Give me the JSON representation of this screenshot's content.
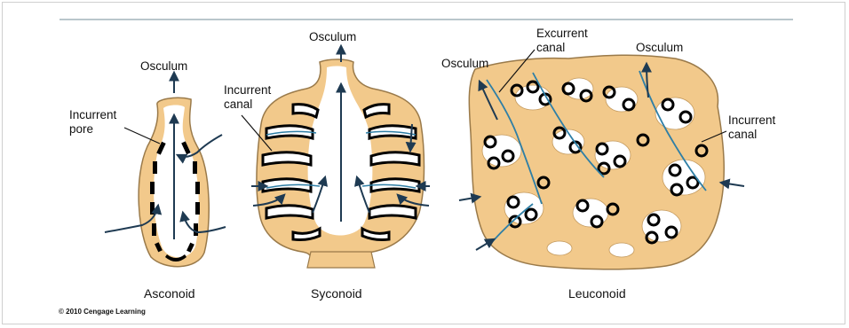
{
  "figure": {
    "copyright": "© 2010 Cengage Learning",
    "colors": {
      "wall": "#f2c98b",
      "wall_stroke": "#9a7a4a",
      "arrow": "#1e3a52",
      "flow": "#2f7fa6",
      "choanocyte": "#000000"
    },
    "panels": [
      {
        "id": "asconoid",
        "caption": "Asconoid",
        "labels": {
          "osculum": "Osculum",
          "incurrent_pore": "Incurrent\npore"
        }
      },
      {
        "id": "syconoid",
        "caption": "Syconoid",
        "labels": {
          "osculum": "Osculum",
          "incurrent_canal": "Incurrent\ncanal"
        }
      },
      {
        "id": "leuconoid",
        "caption": "Leuconoid",
        "labels": {
          "osculum_left": "Osculum",
          "excurrent_canal": "Excurrent\ncanal",
          "osculum_right": "Osculum",
          "incurrent_canal": "Incurrent\ncanal"
        }
      }
    ]
  }
}
